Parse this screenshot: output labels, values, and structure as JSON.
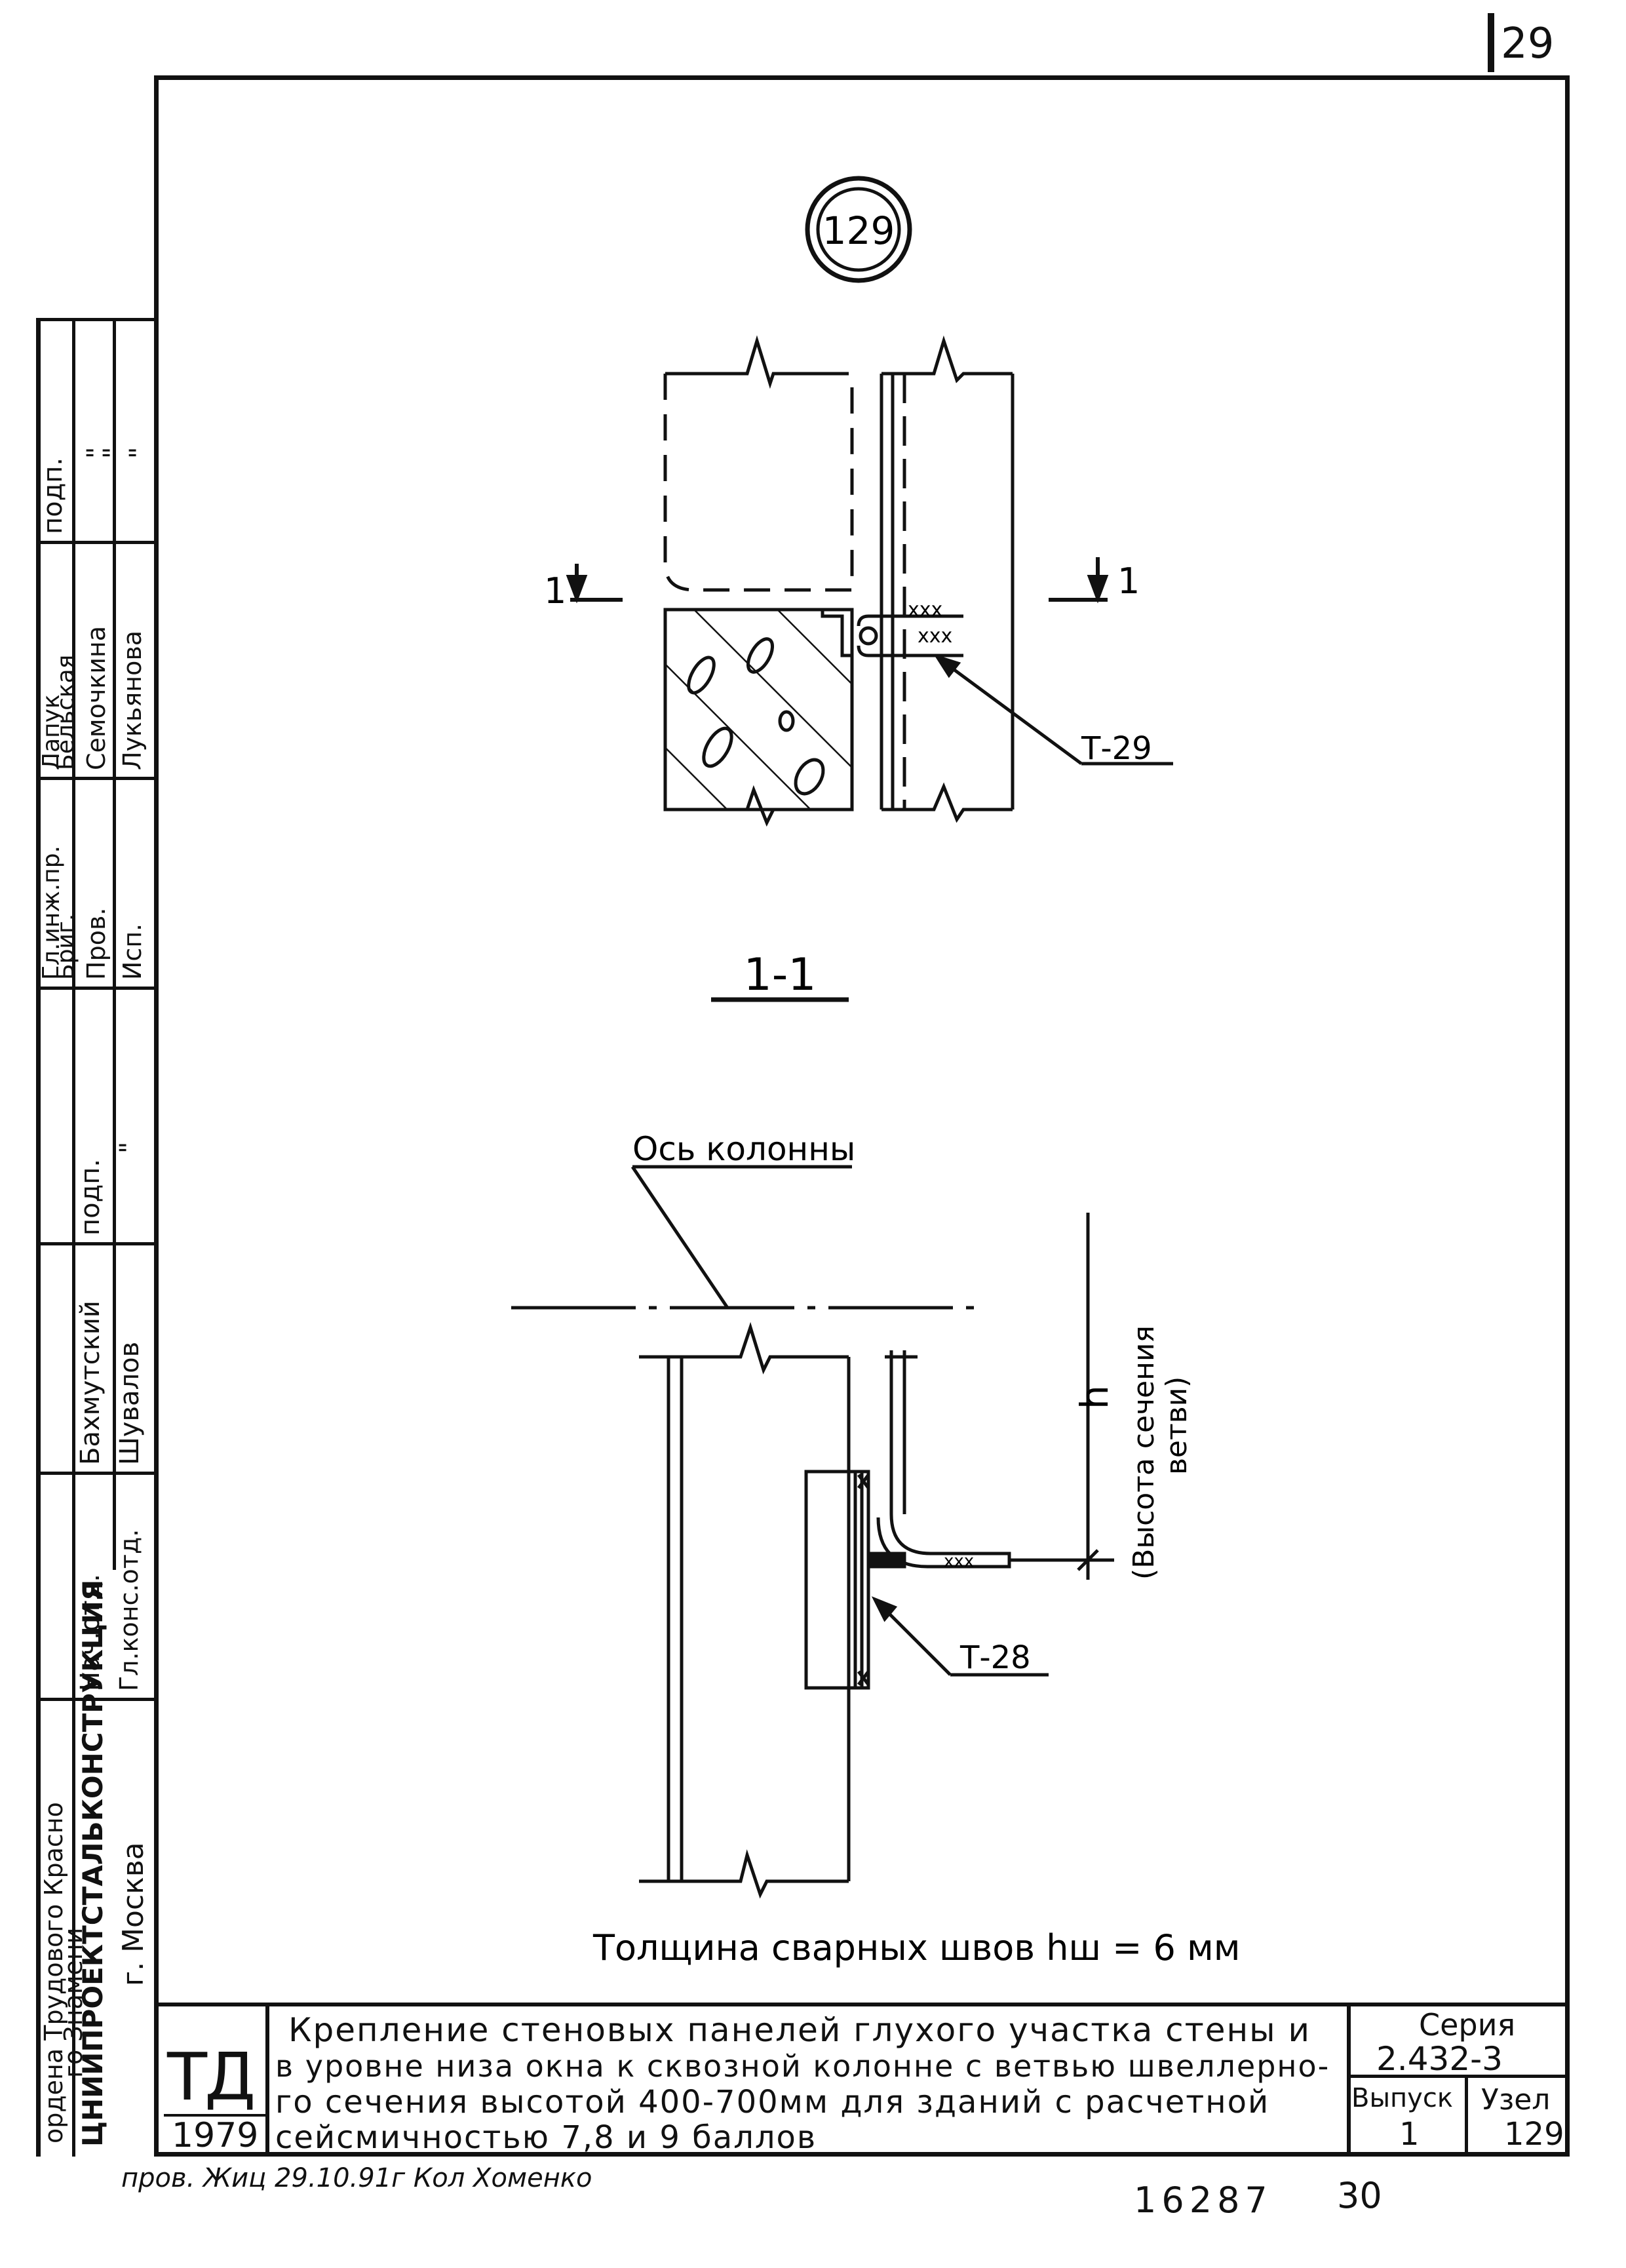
{
  "sheet": {
    "page_number": "29",
    "bottom_number": "16287",
    "bottom_page": "30"
  },
  "drawing": {
    "node_number": "129",
    "section_marker": "1",
    "section_title": "1-1",
    "label_t29": "Т-29",
    "label_t28": "Т-28",
    "weld_marks": "xxx",
    "axis_label": "Ось колонны",
    "h_symbol": "h",
    "h_caption_line1": "(Высота сечения",
    "h_caption_line2": "ветви)",
    "weld_note": "Толщина сварных швов hш = 6 мм"
  },
  "left_stamp": {
    "org_line1": "ордена Трудового Красно",
    "org_line2": "го Знамени",
    "org_line3": "ЦНИИПРОЕКТСТАЛЬКОНСТРУКЦИЯ",
    "org_line4": "г. Москва",
    "roles_a": [
      "Нач.отд.",
      "Гл.конс.отд."
    ],
    "names_a": [
      "Бахмутский",
      "Шувалов"
    ],
    "sign_a_header": "подп.",
    "sign_a": [
      "\"",
      ""
    ],
    "roles_b": [
      "Гл.инж.пр.",
      "Бриг.",
      "Пров.",
      "Исп."
    ],
    "names_b": [
      "Лапук",
      "Бельская",
      "Семочкина",
      "Лукьянова"
    ],
    "sign_b_header": "подп.",
    "sign_b": [
      "\"",
      "\"",
      "\""
    ]
  },
  "title_block": {
    "code": "ТД",
    "year": "1979",
    "title_line1": "Крепление стеновых панелей глухого участка стены и",
    "title_line2": "в уровне низа окна к сквозной колонне с ветвью швеллерно-",
    "title_line3": "го сечения высотой 400-700мм для зданий с расчетной",
    "title_line4": "сейсмичностью    7,8 и 9 баллов",
    "series_label": "Серия",
    "series_value": "2.432-3",
    "issue_label": "Выпуск",
    "issue_value": "1",
    "node_label": "Узел",
    "node_value": "129"
  },
  "footer_note": "пров. Жиц 29.10.91г Кол Хоменко"
}
